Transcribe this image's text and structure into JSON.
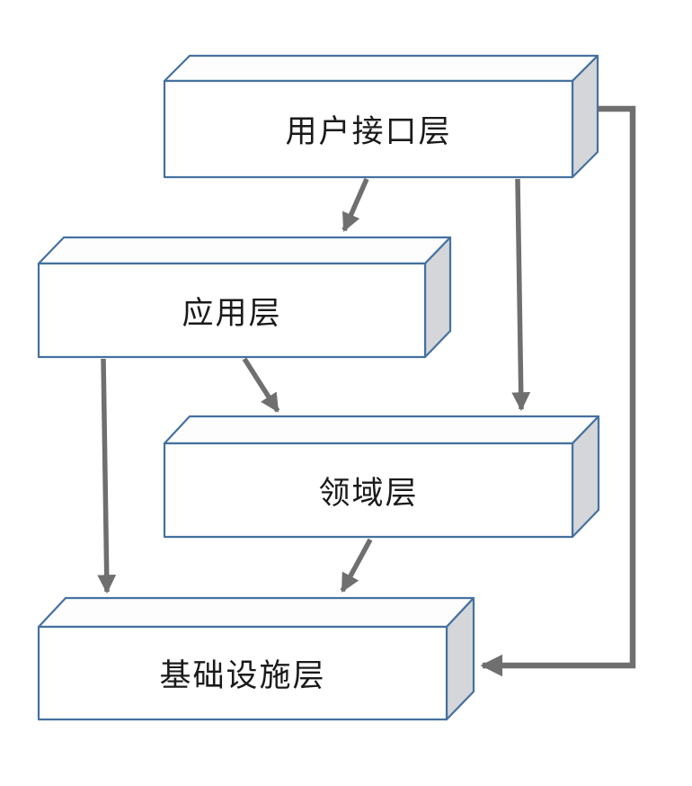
{
  "diagram": {
    "boxes": [
      {
        "id": "user-interface-layer",
        "label": "用户接口层"
      },
      {
        "id": "application-layer",
        "label": "应用层"
      },
      {
        "id": "domain-layer",
        "label": "领域层"
      },
      {
        "id": "infrastructure-layer",
        "label": "基础设施层"
      }
    ],
    "arrows": [
      {
        "name": "ui-to-application",
        "from": "user-interface-layer",
        "to": "application-layer"
      },
      {
        "name": "ui-to-domain",
        "from": "user-interface-layer",
        "to": "domain-layer"
      },
      {
        "name": "application-to-domain",
        "from": "application-layer",
        "to": "domain-layer"
      },
      {
        "name": "application-to-infrastructure",
        "from": "application-layer",
        "to": "infrastructure-layer"
      },
      {
        "name": "domain-to-infrastructure",
        "from": "domain-layer",
        "to": "infrastructure-layer"
      },
      {
        "name": "ui-to-infrastructure-elbow",
        "from": "user-interface-layer",
        "to": "infrastructure-layer"
      }
    ],
    "colors": {
      "box_border": "#45719F",
      "box_front_fill": "#FFFFFF",
      "box_top_fill": "#FDFDFD",
      "box_side_fill": "#D4D6DA",
      "arrow": "#6F6F6F",
      "text": "#1A1A1A",
      "background": "#FFFFFF"
    }
  }
}
